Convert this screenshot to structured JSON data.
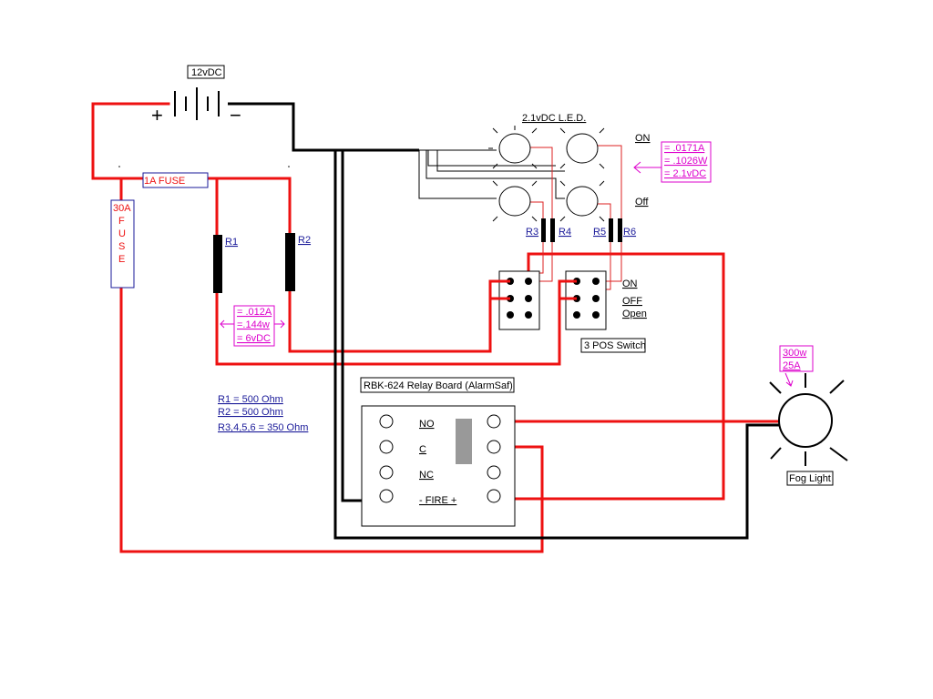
{
  "battery": {
    "label": "12vDC",
    "plus": "+",
    "minus": "−"
  },
  "fuse_1a": {
    "label": "1A FUSE"
  },
  "fuse_30a": {
    "label_top": "30A",
    "letters": [
      "F",
      "U",
      "S",
      "E"
    ]
  },
  "resistors": {
    "r1": "R1",
    "r2": "R2",
    "r3": "R3",
    "r4": "R4",
    "r5": "R5",
    "r6": "R6"
  },
  "r_annotation": {
    "line1": "= .012A",
    "line2": "=.144w",
    "line3": "= 6vDC"
  },
  "led": {
    "title": "2.1vDC L.E.D.",
    "on_label": "ON",
    "off_label": "Off",
    "annotation": {
      "line1": "= .0171A",
      "line2": "= .1026W",
      "line3": "= 2.1vDC"
    }
  },
  "switch": {
    "title": "3 POS Switch",
    "positions": [
      "ON",
      "OFF",
      "Open"
    ]
  },
  "relay": {
    "title": "RBK-624 Relay Board (AlarmSaf)",
    "terminals": [
      "NO",
      "C",
      "NC",
      "- FIRE +"
    ]
  },
  "fog_light": {
    "label": "Fog Light",
    "watts": "300w",
    "amps": "25A"
  },
  "notes": {
    "r1": "R1 = 500 Ohm",
    "r2": "R2 = 500 Ohm",
    "r3456": "R3,4,5,6 = 350 Ohm"
  },
  "colors": {
    "red_wire": "#ee1111",
    "black_wire": "#000000",
    "blue_text": "#1a1a99",
    "magenta": "#dd00cc",
    "relay_bar": "#999999",
    "thin_red": "#dd2222"
  }
}
